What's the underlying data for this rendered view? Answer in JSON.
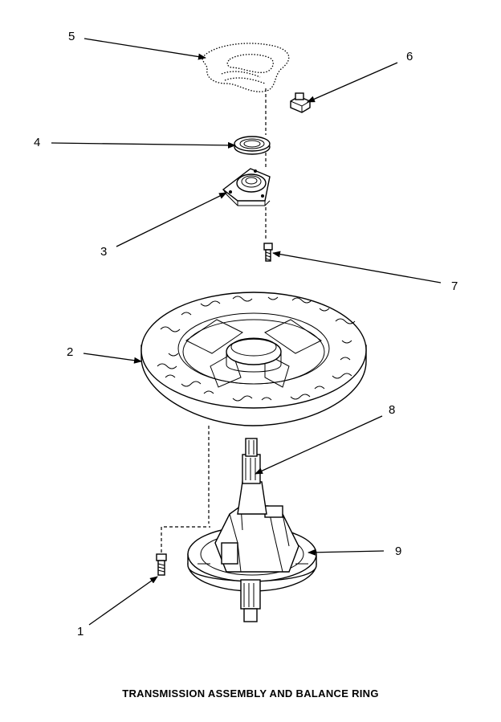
{
  "caption": "TRANSMISSION ASSEMBLY AND BALANCE RING",
  "callouts": {
    "c1": "1",
    "c2": "2",
    "c3": "3",
    "c4": "4",
    "c5": "5",
    "c6": "6",
    "c7": "7",
    "c8": "8",
    "c9": "9"
  }
}
